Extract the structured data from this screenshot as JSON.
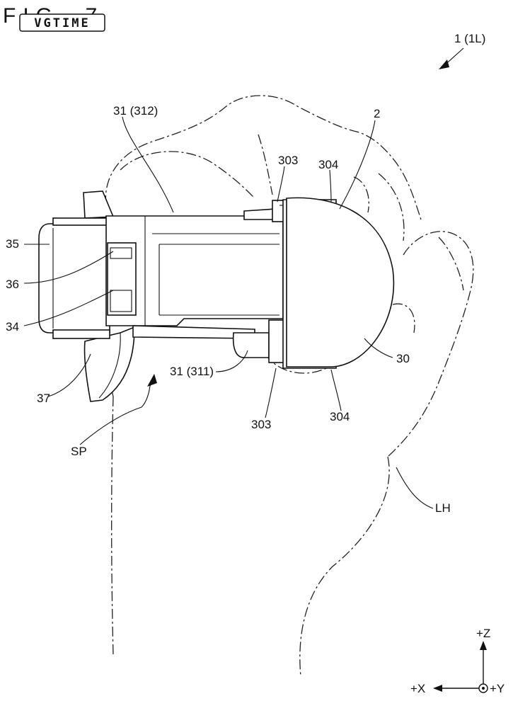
{
  "figure": {
    "title": "FIG. 7",
    "watermark": "VGTIME",
    "colors": {
      "ink": "#111111",
      "paper": "#ffffff"
    }
  },
  "labels": {
    "device": "1 (1L)",
    "main_body": "2",
    "top_element": "31 (312)",
    "bottom_element": "31 (311)",
    "upper_303": "303",
    "upper_304": "304",
    "lower_303": "303",
    "lower_304": "304",
    "ball": "30",
    "part_35": "35",
    "part_36": "36",
    "part_34": "34",
    "part_37": "37",
    "space": "SP",
    "hand": "LH"
  },
  "axes": {
    "z": "+Z",
    "x": "+X",
    "y": "+Y"
  }
}
